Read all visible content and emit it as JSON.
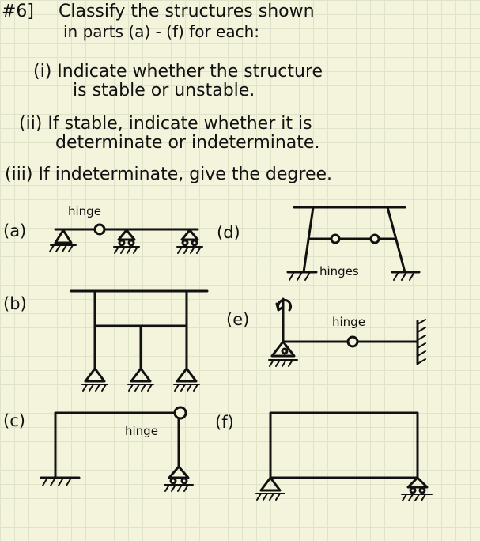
{
  "problem": {
    "number": "#6]",
    "intro_line1": "Classify the structures shown",
    "intro_line2": "in parts (a) - (f) for each:",
    "q1_line1": "(i) Indicate whether the structure",
    "q1_line2": "is stable or unstable.",
    "q2_line1": "(ii) If stable, indicate whether it is",
    "q2_line2": "determinate or indeterminate.",
    "q3": "(iii) If indeterminate, give the degree."
  },
  "parts": {
    "a": {
      "label": "(a)",
      "note": "hinge"
    },
    "b": {
      "label": "(b)"
    },
    "c": {
      "label": "(c)",
      "note": "hinge"
    },
    "d": {
      "label": "(d)",
      "note": "hinges"
    },
    "e": {
      "label": "(e)",
      "note": "hinge"
    },
    "f": {
      "label": "(f)"
    }
  }
}
